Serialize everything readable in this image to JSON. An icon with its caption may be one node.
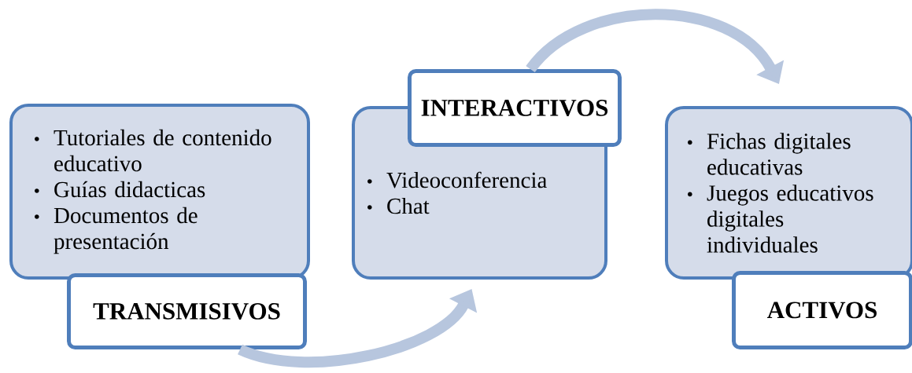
{
  "diagram": {
    "nodes": [
      {
        "text": [
          "Tutoriales de contenido educativo",
          "Guías didacticas",
          "Documentos de presentación"
        ]
      },
      {
        "text": [
          "TRANSMISIVOS"
        ]
      },
      {
        "text": [
          "Videoconferencia",
          "Chat"
        ]
      },
      {
        "text": [
          "INTERACTIVOS"
        ]
      },
      {
        "text": [
          "Fichas digitales educativas",
          "Juegos educativos digitales individuales"
        ]
      },
      {
        "text": [
          "ACTIVOS"
        ]
      }
    ],
    "edges": [
      {
        "from": 1,
        "to": 2,
        "arrow": "to"
      },
      {
        "from": 3,
        "to": 4,
        "arrow": "to"
      }
    ]
  }
}
